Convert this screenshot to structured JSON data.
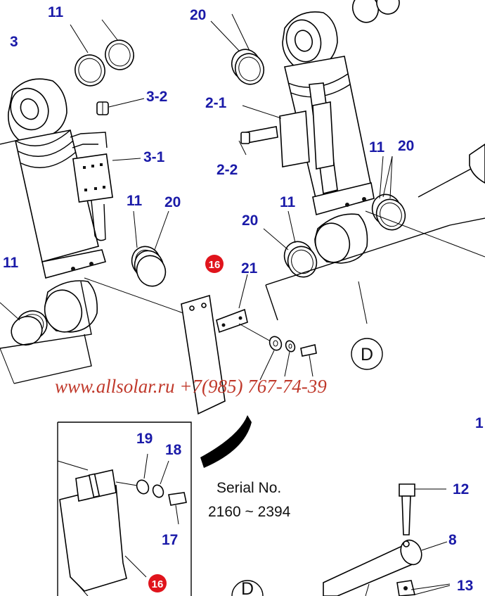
{
  "labels": {
    "l11a": "11",
    "l3": "3",
    "l3_2": "3-2",
    "l3_1": "3-1",
    "l11b": "11",
    "l20b": "20",
    "l11c": "11",
    "l20a": "20",
    "l2_1": "2-1",
    "l2_2": "2-2",
    "l11d": "11",
    "l20c": "20",
    "l11e": "11",
    "l20d": "20",
    "l21": "21",
    "l19": "19",
    "l18": "18",
    "l17": "17",
    "l12": "12",
    "l8": "8",
    "l13": "13",
    "l1": "1"
  },
  "badges": {
    "b16a": "16",
    "b16b": "16"
  },
  "circle_labels": {
    "d1": "D",
    "d2": "D"
  },
  "serial": {
    "line1": "Serial No.",
    "line2": "2160 ~ 2394"
  },
  "watermark": "www.allsolar.ru +7(985) 767-74-39",
  "colors": {
    "label": "#1a1aa8",
    "badge": "#e0141c",
    "watermark": "#c0392b"
  }
}
